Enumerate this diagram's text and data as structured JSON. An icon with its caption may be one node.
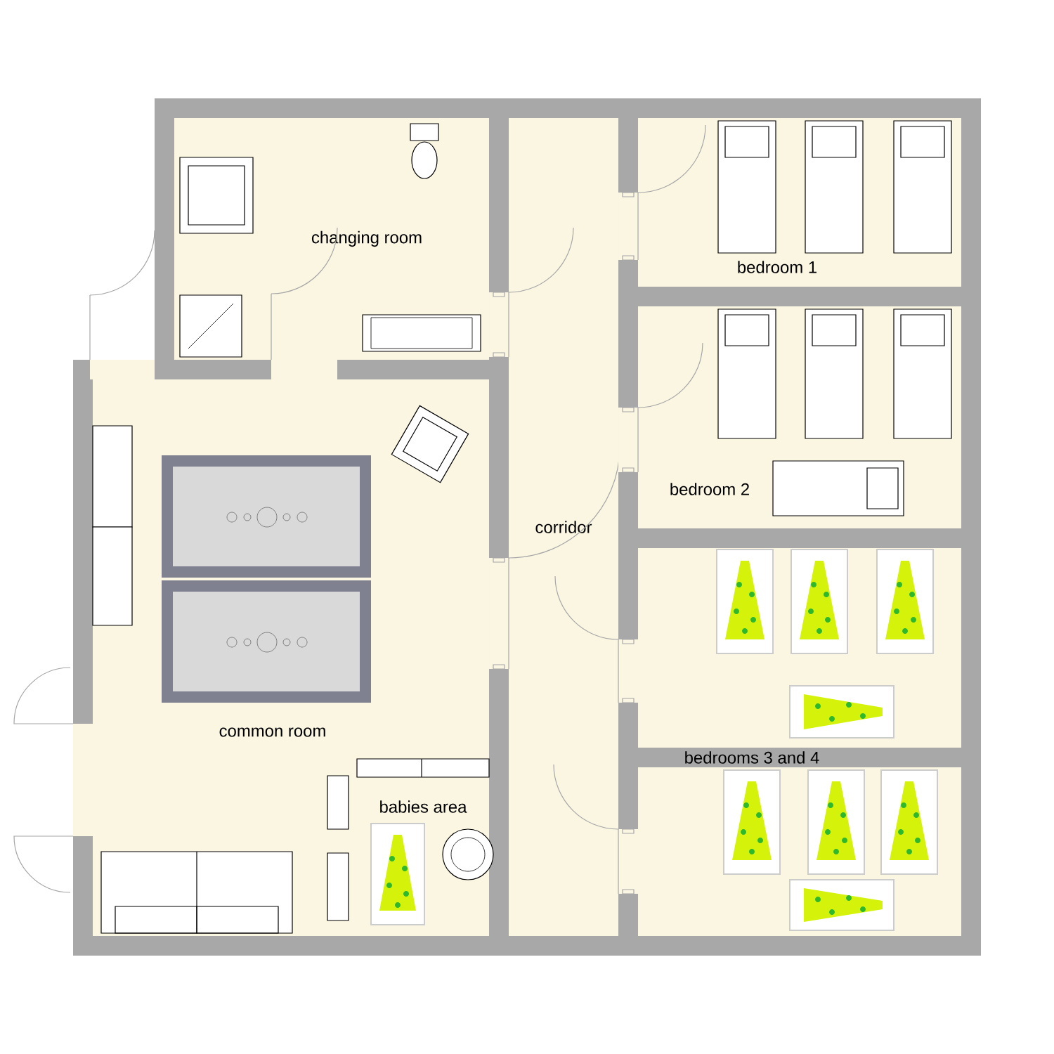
{
  "diagram": {
    "nodes": [
      {
        "text": [
          "changing room"
        ]
      },
      {
        "text": [
          "corridor"
        ]
      },
      {
        "text": [
          "bedroom 1"
        ]
      },
      {
        "text": [
          "bedroom 2"
        ]
      },
      {
        "text": [
          "common room"
        ]
      },
      {
        "text": [
          "bedrooms 3 and 4"
        ]
      },
      {
        "text": [],
        "shape": "box"
      }
    ],
    "labels": [
      "babies area"
    ]
  }
}
